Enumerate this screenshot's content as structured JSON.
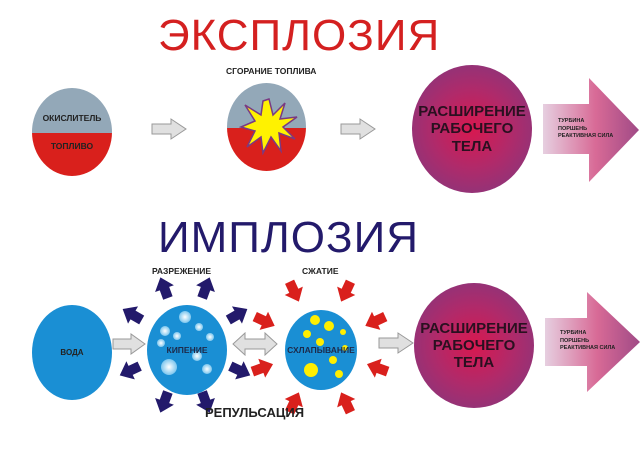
{
  "colors": {
    "explosion_title": "#d42020",
    "implosion_title": "#231a6b",
    "oxidizer": "#93a8b8",
    "fuel": "#d9201c",
    "water": "#1a8fd4",
    "expansion_center": "#d8184f",
    "expansion_edge": "#7a3a82",
    "out_arrow_blue": "#231a6b",
    "in_arrow_red": "#d9201c",
    "gray_arrow": "#e0e0e0",
    "star_yellow": "#ffee00"
  },
  "explosion": {
    "title": "ЭКСПЛОЗИЯ",
    "step1": {
      "top_label": "ОКИСЛИТЕЛЬ",
      "bottom_label": "ТОПЛИВО"
    },
    "step2": {
      "caption": "СГОРАНИЕ ТОПЛИВА"
    },
    "step3": {
      "line1": "РАСШИРЕНИЕ",
      "line2": "РАБОЧЕГО",
      "line3": "ТЕЛА"
    },
    "output": {
      "line1": "ТУРБИНА",
      "line2": "ПОРШЕНЬ",
      "line3": "РЕАКТИВНАЯ СИЛА"
    }
  },
  "implosion": {
    "title": "ИМПЛОЗИЯ",
    "step1": {
      "label": "ВОДА"
    },
    "step2": {
      "label": "КИПЕНИЕ",
      "caption": "РАЗРЕЖЕНИЕ"
    },
    "step3": {
      "label": "СХЛАПЫВАНИЕ",
      "caption": "СЖАТИЕ"
    },
    "cycle_caption": "РЕПУЛЬСАЦИЯ",
    "step4": {
      "line1": "РАСШИРЕНИЕ",
      "line2": "РАБОЧЕГО",
      "line3": "ТЕЛА"
    },
    "output": {
      "line1": "ТУРБИНА",
      "line2": "ПОРШЕНЬ",
      "line3": "РЕАКТИВНАЯ СИЛА"
    }
  }
}
